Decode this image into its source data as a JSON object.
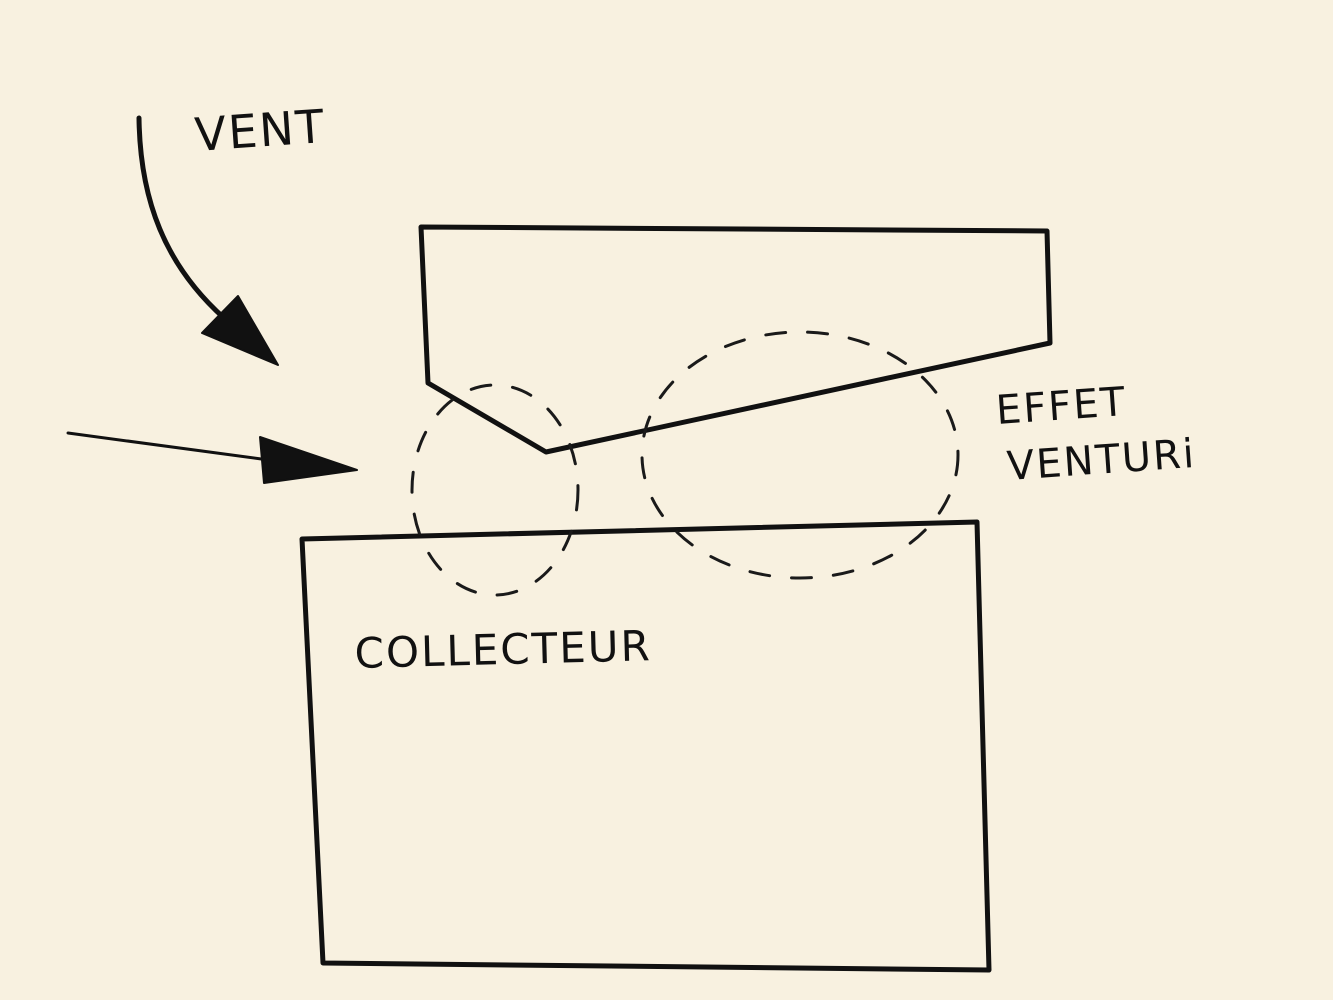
{
  "labels": {
    "wind": "VENT",
    "venturi_line1": "EFFET",
    "venturi_line2": "VENTURi",
    "collector": "COLLECTEUR"
  },
  "colors": {
    "paper": "#f8f1e0",
    "ink": "#111111"
  }
}
